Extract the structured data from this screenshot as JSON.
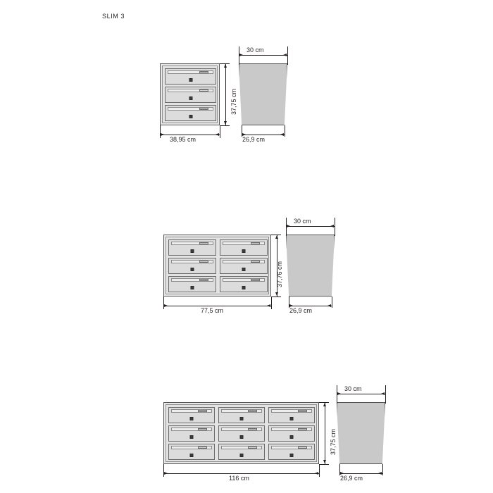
{
  "document": {
    "title": "SLIM 3"
  },
  "units": "cm",
  "groups": [
    {
      "id": "slim3-1x3",
      "columns": 1,
      "rows": 3,
      "front": {
        "width_label": "38,95 cm",
        "height_label": "37,75 cm"
      },
      "side": {
        "depth_top_label": "30 cm",
        "depth_bottom_label": "26,9 cm"
      }
    },
    {
      "id": "slim3-2x3",
      "columns": 2,
      "rows": 3,
      "front": {
        "width_label": "77,5 cm",
        "height_label": "37,76 cm"
      },
      "side": {
        "depth_top_label": "30 cm",
        "depth_bottom_label": "26,9 cm"
      }
    },
    {
      "id": "slim3-3x3",
      "columns": 3,
      "rows": 3,
      "front": {
        "width_label": "116 cm",
        "height_label": "37,75 cm"
      },
      "side": {
        "depth_top_label": "30 cm",
        "depth_bottom_label": "26,9 cm"
      }
    }
  ],
  "colors": {
    "line": "#231f20",
    "body_fill": "#e9e9e9",
    "box_fill": "#dcdcdc",
    "side_fill": "#c9c9c9"
  }
}
